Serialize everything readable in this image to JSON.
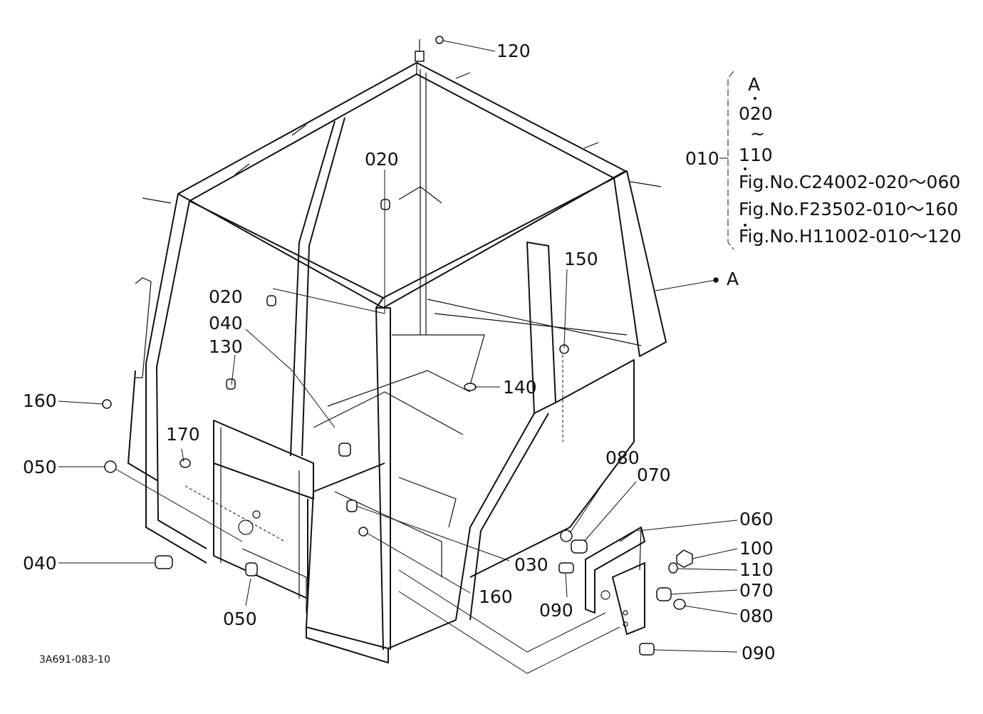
{
  "diagram": {
    "callouts": {
      "c120": "120",
      "c020a": "020",
      "c150": "150",
      "c020b": "020",
      "c040a": "040",
      "c130": "130",
      "c140": "140",
      "c160a": "160",
      "c170": "170",
      "c050a": "050",
      "c040b": "040",
      "c050b": "050",
      "c030": "030",
      "c160b": "160",
      "c080a": "080",
      "c070a": "070",
      "c060": "060",
      "c100": "100",
      "c110": "110",
      "c070b": "070",
      "c080b": "080",
      "c090a": "090",
      "c090b": "090",
      "cA": "A"
    },
    "bracket": {
      "top": "A",
      "from": "020",
      "tilde": "~",
      "to": "110",
      "group": "010",
      "refs": [
        "Fig.No.C24002-020～060",
        "Fig.No.F23502-010～160",
        "Fig.No.H11002-010～120"
      ]
    },
    "drawing_number": "3A691-083-10"
  }
}
